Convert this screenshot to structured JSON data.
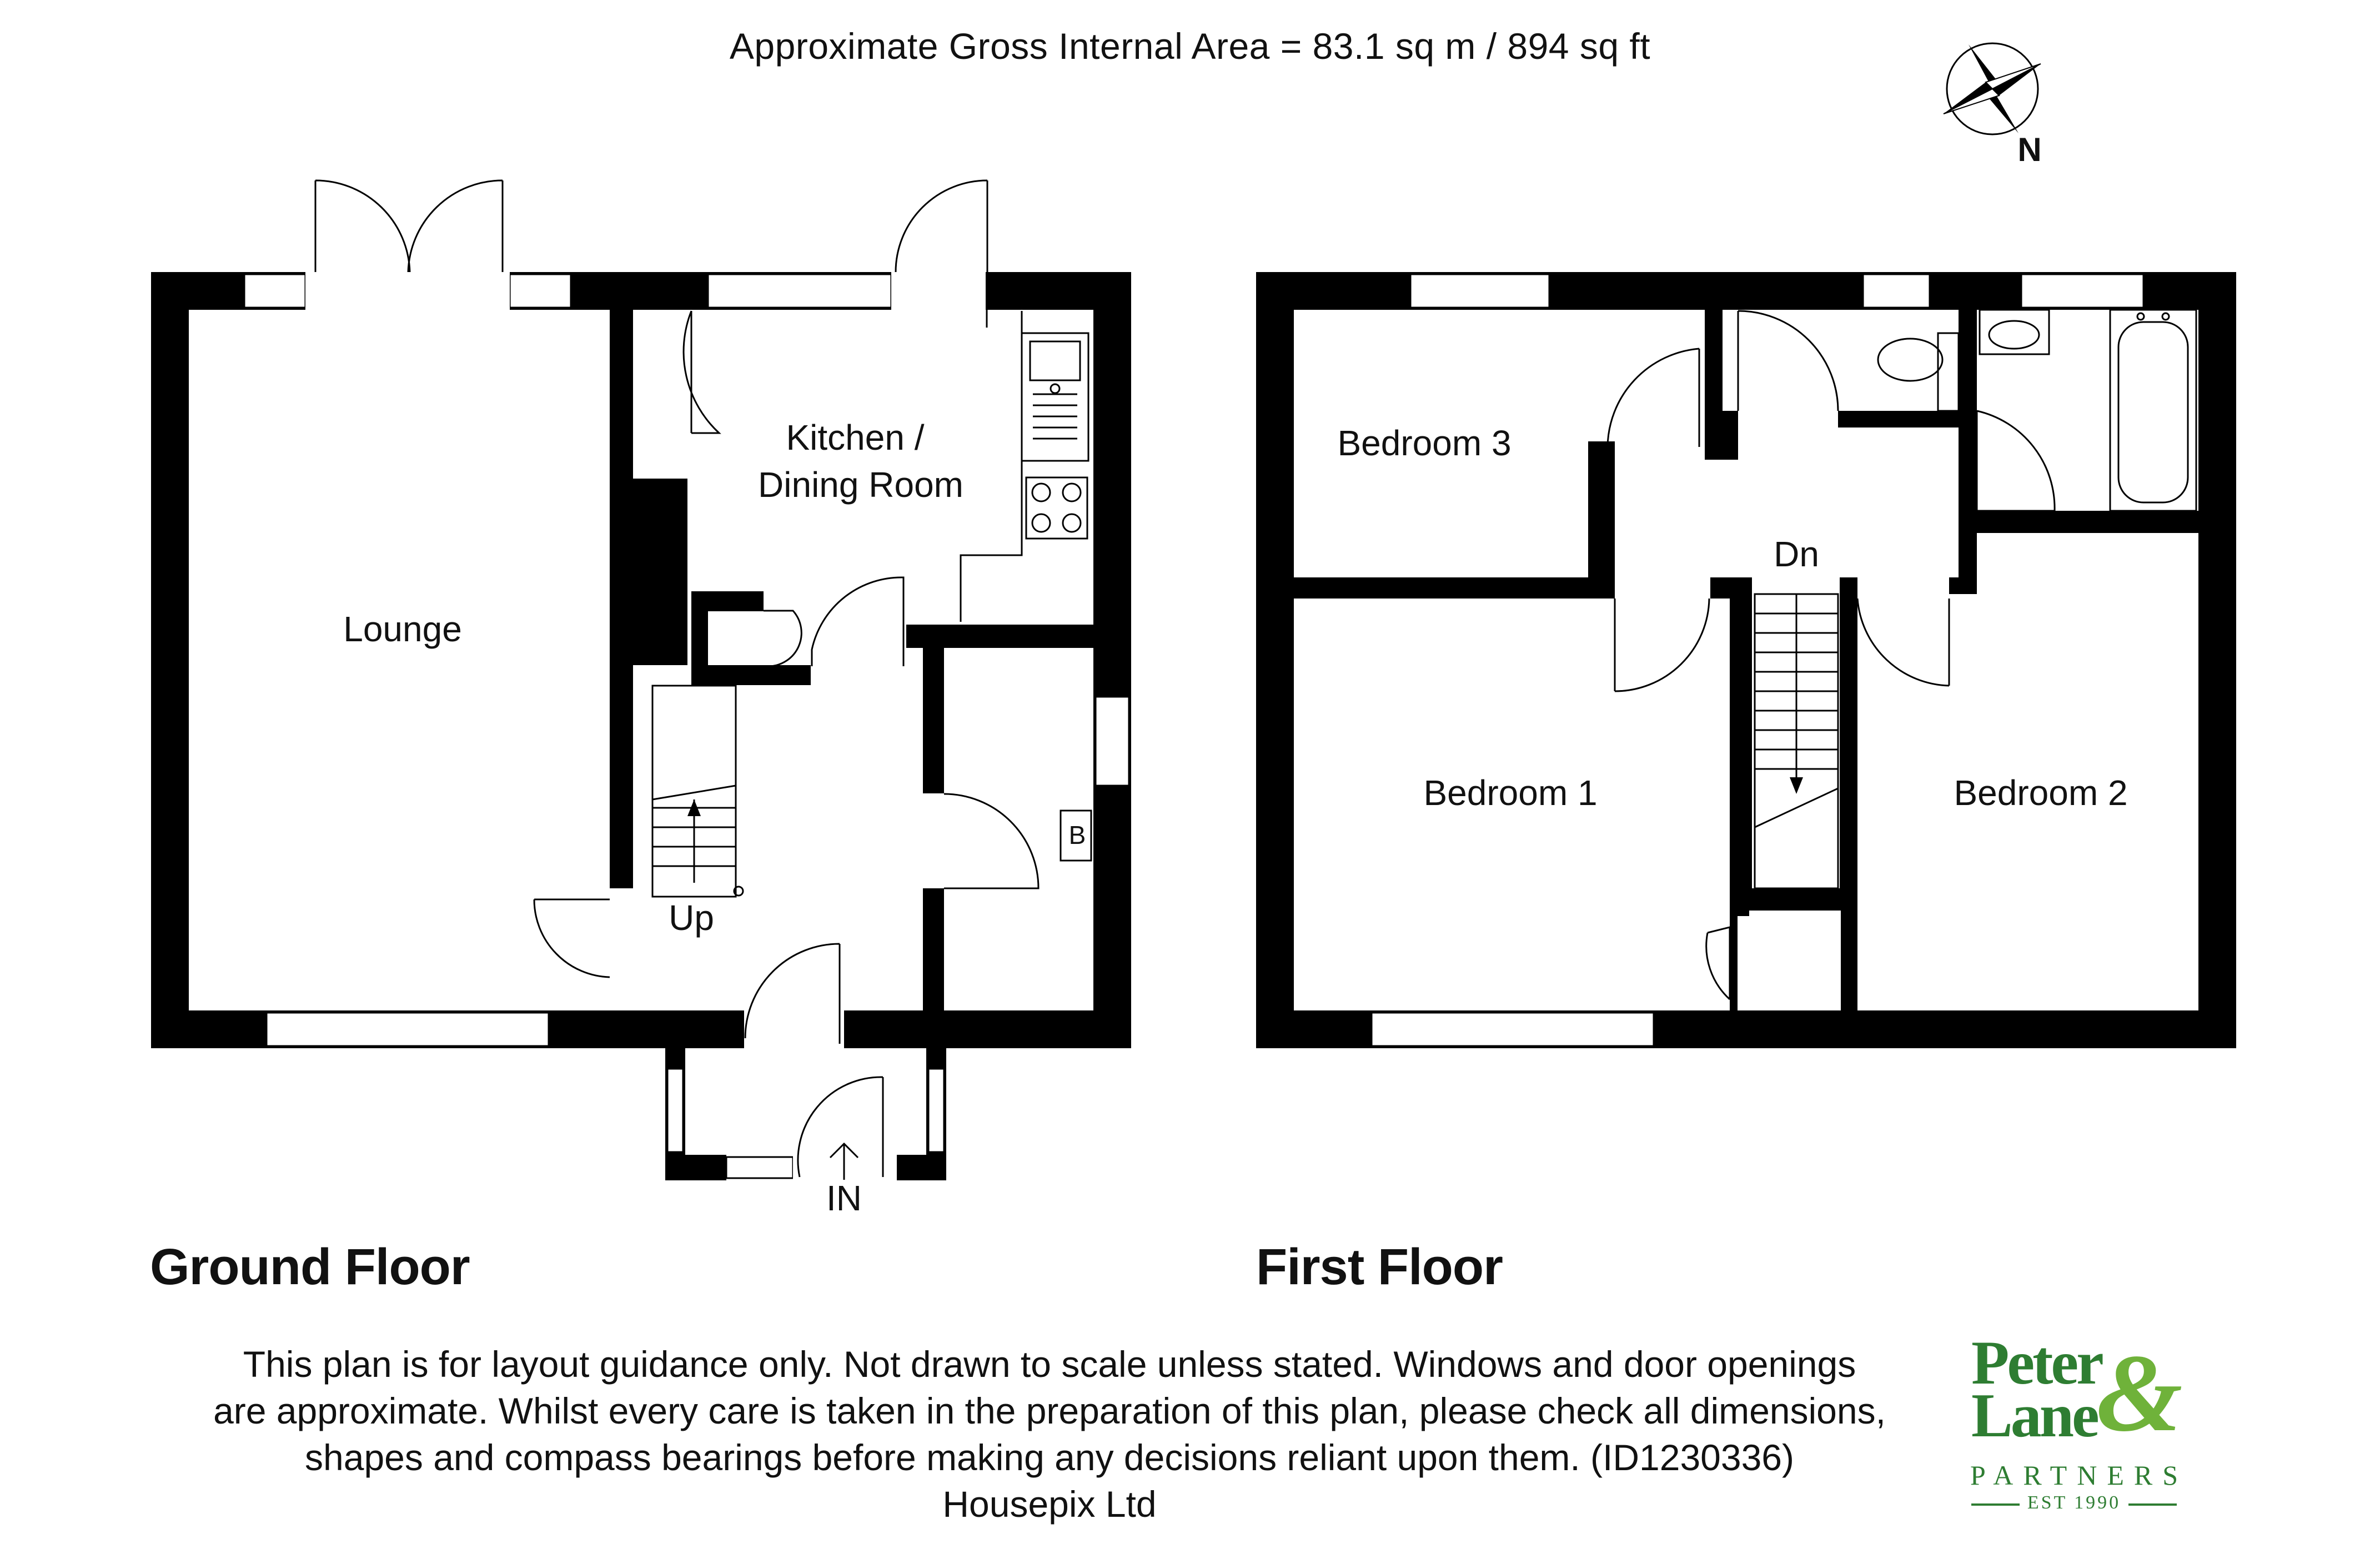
{
  "header": {
    "area_text": "Approximate Gross Internal Area = 83.1 sq m / 894 sq ft"
  },
  "compass": {
    "label": "N",
    "icon": "compass-rose-icon"
  },
  "ground_floor": {
    "title": "Ground Floor",
    "rooms": {
      "lounge": "Lounge",
      "kitchen_line1": "Kitchen /",
      "kitchen_line2": "Dining Room",
      "stairs": "Up",
      "entrance": "IN",
      "boiler": "B"
    }
  },
  "first_floor": {
    "title": "First Floor",
    "rooms": {
      "bedroom3": "Bedroom 3",
      "bedroom1": "Bedroom 1",
      "bedroom2": "Bedroom 2",
      "stairs": "Dn"
    }
  },
  "disclaimer": {
    "line1": "This plan is for layout guidance only. Not drawn to scale unless stated. Windows and door openings",
    "line2": "are approximate. Whilst every care is taken in the preparation of this plan, please check all dimensions,",
    "line3": "shapes and compass bearings before making any decisions reliant upon them. (ID1230336)",
    "line4": "Housepix Ltd"
  },
  "logo": {
    "line1": "Peter",
    "line2": "Lane",
    "ampersand": "&",
    "partners": "PARTNERS",
    "est": "EST 1990",
    "colors": {
      "dark": "#2e7d32",
      "light": "#6fb23a"
    }
  }
}
